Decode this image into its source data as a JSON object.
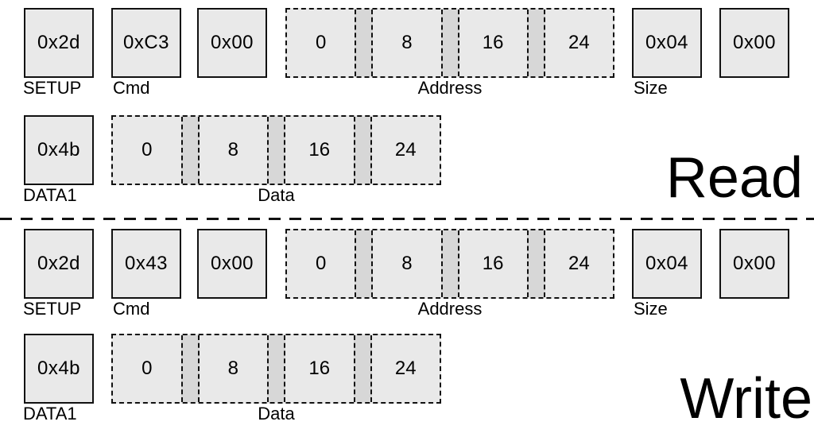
{
  "colors": {
    "box_fill": "#e9e9e9",
    "separator_fill": "#d7d7d7",
    "border": "#111111",
    "background": "#ffffff"
  },
  "sections": [
    {
      "title": "Read",
      "setup": {
        "value": "0x2d",
        "label": "SETUP"
      },
      "cmd": {
        "value": "0xC3",
        "label": "Cmd"
      },
      "pad1": {
        "value": "0x00"
      },
      "address": {
        "label": "Address",
        "bytes": [
          "0",
          "8",
          "16",
          "24"
        ]
      },
      "size": {
        "value": "0x04",
        "label": "Size"
      },
      "pad2": {
        "value": "0x00"
      },
      "data1": {
        "value": "0x4b",
        "label": "DATA1"
      },
      "data": {
        "label": "Data",
        "bytes": [
          "0",
          "8",
          "16",
          "24"
        ]
      }
    },
    {
      "title": "Write",
      "setup": {
        "value": "0x2d",
        "label": "SETUP"
      },
      "cmd": {
        "value": "0x43",
        "label": "Cmd"
      },
      "pad1": {
        "value": "0x00"
      },
      "address": {
        "label": "Address",
        "bytes": [
          "0",
          "8",
          "16",
          "24"
        ]
      },
      "size": {
        "value": "0x04",
        "label": "Size"
      },
      "pad2": {
        "value": "0x00"
      },
      "data1": {
        "value": "0x4b",
        "label": "DATA1"
      },
      "data": {
        "label": "Data",
        "bytes": [
          "0",
          "8",
          "16",
          "24"
        ]
      }
    }
  ]
}
